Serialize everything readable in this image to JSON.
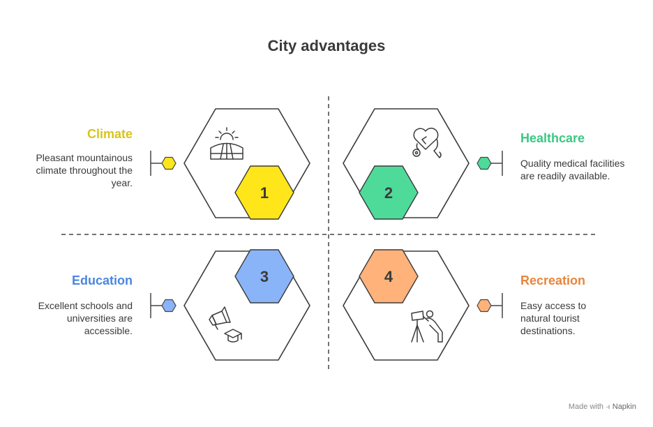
{
  "title": "City advantages",
  "items": [
    {
      "number": "1",
      "heading": "Climate",
      "description": "Pleasant mountainous climate throughout the year.",
      "icon": "sunrise-fields-icon",
      "color": "#FFE61A",
      "heading_color": "#D9C41A"
    },
    {
      "number": "2",
      "heading": "Healthcare",
      "description": "Quality medical facilities are readily available.",
      "icon": "heart-stethoscope-icon",
      "color": "#4EDB9A",
      "heading_color": "#3CC783"
    },
    {
      "number": "3",
      "heading": "Education",
      "description": "Excellent schools and universities are accessible.",
      "icon": "megaphone-graduation-cap-icon",
      "color": "#8AB4F8",
      "heading_color": "#4A86E0"
    },
    {
      "number": "4",
      "heading": "Recreation",
      "description": "Easy access to natural tourist destinations.",
      "icon": "person-telescope-icon",
      "color": "#FFB27A",
      "heading_color": "#E8853D"
    }
  ],
  "footer": {
    "prefix": "Made with",
    "brand": "Napkin"
  }
}
